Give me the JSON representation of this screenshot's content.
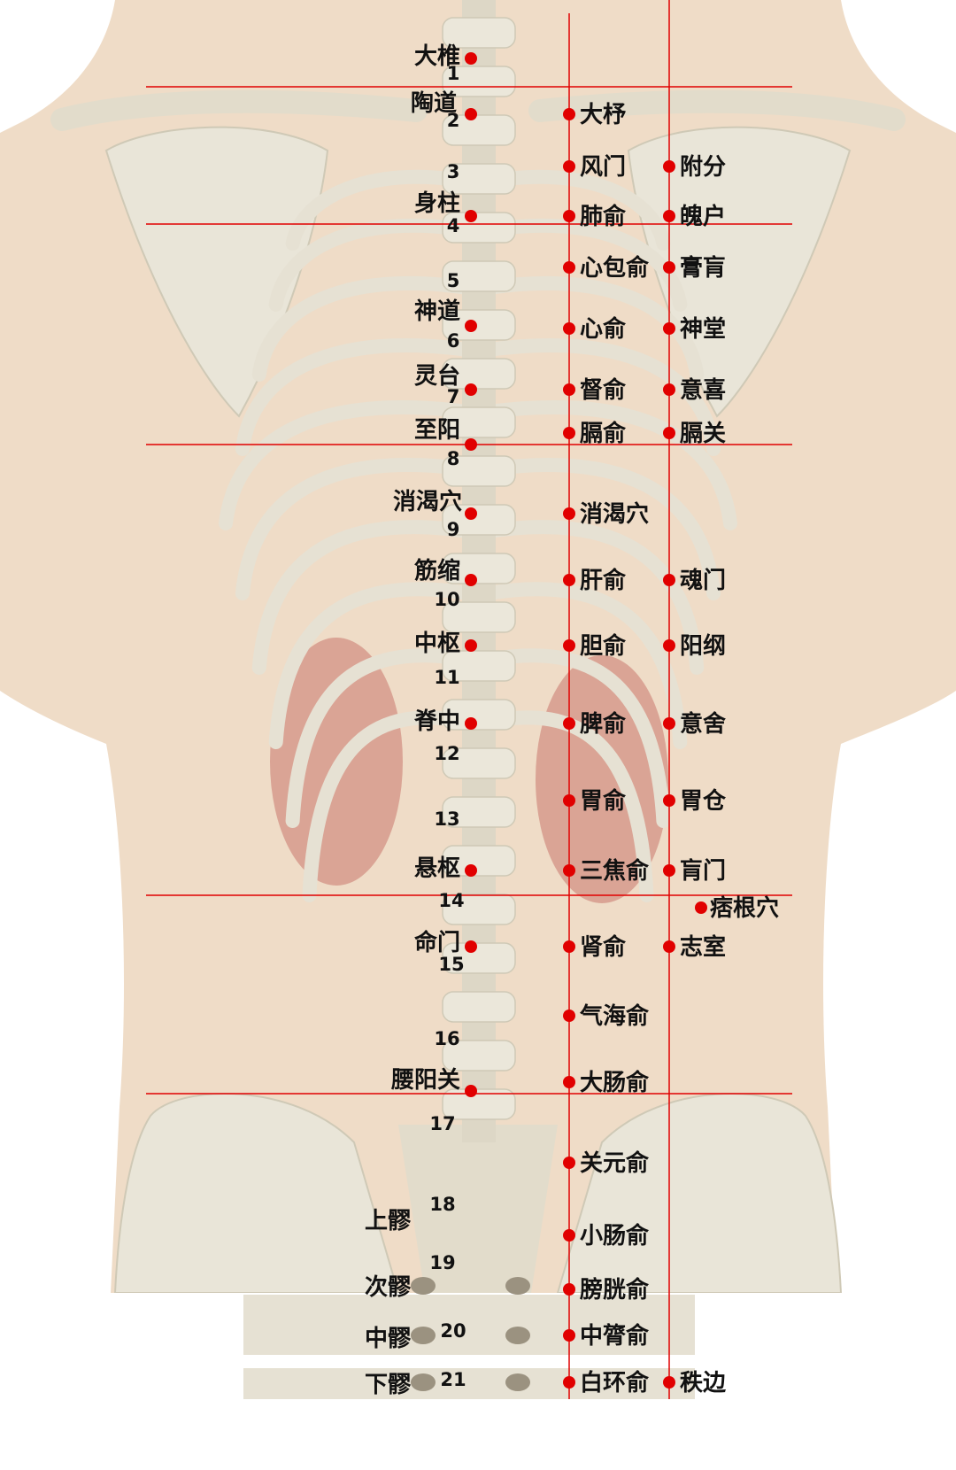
{
  "colors": {
    "line": "#e10000",
    "dot": "#e10000",
    "text": "#111111",
    "skin": "#efdcc7",
    "bone": "#e9e5d8",
    "kidney": "#d69a8c"
  },
  "vertebra_numbers": [
    "1",
    "2",
    "3",
    "4",
    "5",
    "6",
    "7",
    "8",
    "9",
    "10",
    "11",
    "12",
    "13",
    "14",
    "15",
    "16",
    "17",
    "18",
    "19",
    "20",
    "21"
  ],
  "governor_vessel": [
    "大椎",
    "陶道",
    "身柱",
    "神道",
    "灵台",
    "至阳",
    "消渴穴",
    "筋缩",
    "中枢",
    "脊中",
    "悬枢",
    "命门",
    "腰阳关"
  ],
  "sacral_points": [
    "上髎",
    "次髎",
    "中髎",
    "下髎"
  ],
  "inner_bladder_line": [
    "大杼",
    "风门",
    "肺俞",
    "心包俞",
    "心俞",
    "督俞",
    "膈俞",
    "消渴穴",
    "肝俞",
    "胆俞",
    "脾俞",
    "胃俞",
    "三焦俞",
    "肾俞",
    "气海俞",
    "大肠俞",
    "关元俞",
    "小肠俞",
    "膀胱俞",
    "中膂俞",
    "白环俞"
  ],
  "outer_bladder_line": [
    "附分",
    "魄户",
    "膏肓",
    "神堂",
    "意喜",
    "膈关",
    "魂门",
    "阳纲",
    "意舍",
    "胃仓",
    "肓门",
    "志室",
    "秩边"
  ],
  "extra_points": [
    "痞根穴"
  ]
}
